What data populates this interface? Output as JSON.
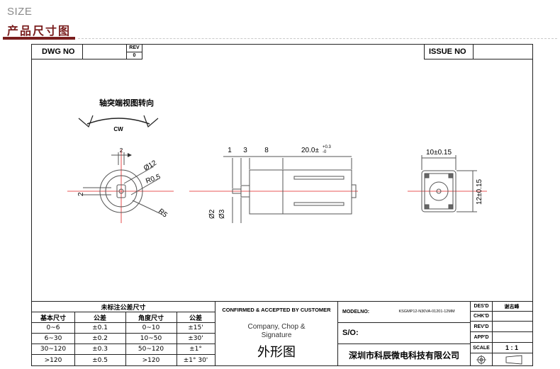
{
  "header": {
    "size_label": "SIZE",
    "section_title": "产品尺寸图"
  },
  "title_block_top": {
    "dwg_no_label": "DWG   NO",
    "rev_label": "REV",
    "rev_value": "0",
    "issue_no_label": "ISSUE   NO"
  },
  "drawing": {
    "rotation_caption": "轴突端视图转向",
    "rotation_direction": "CW",
    "front_view": {
      "dim_top": "2",
      "dim_diameter": "Ø12",
      "dim_radius_inner": "R0.5",
      "dim_radius_outer": "R5",
      "dim_left": "2"
    },
    "side_view": {
      "dim_a": "1",
      "dim_b": "3",
      "dim_c": "8",
      "dim_length": "20.0±",
      "dim_length_upper": "+0.3",
      "dim_length_lower": "-0",
      "dim_shaft_d2": "Ø2",
      "dim_shaft_d3": "Ø3"
    },
    "end_view": {
      "dim_width": "10±0.15",
      "dim_height": "12±0.15"
    }
  },
  "tolerance_table": {
    "title": "未标注公差尺寸",
    "headers": [
      "基本尺寸",
      "公差",
      "角度尺寸",
      "公差"
    ],
    "rows": [
      [
        "0~6",
        "±0.1",
        "0~10",
        "±15'"
      ],
      [
        "6~30",
        "±0.2",
        "10~50",
        "±30'"
      ],
      [
        "30~120",
        "±0.3",
        "50~120",
        "±1°"
      ],
      [
        ">120",
        "±0.5",
        ">120",
        "±1° 30'"
      ]
    ]
  },
  "confirm_block": {
    "label": "CONFIRMED & ACCEPTED BY CUSTOMER",
    "company_chop_line1": "Company, Chop &",
    "company_chop_line2": "Signature",
    "drawing_name": "外形图"
  },
  "model_block": {
    "model_label": "MODELNO:",
    "model_value": "KSGMP12-N30VA-01201-12MM",
    "so_label": "S/O:",
    "company_name": "深圳市科辰微电科技有限公司"
  },
  "sign_block": {
    "labels": [
      "DES'D",
      "CHK'D",
      "REV'D",
      "APP'D",
      "SCALE"
    ],
    "des_value": "谢志峰",
    "scale_value": "1 : 1"
  },
  "colors": {
    "title_maroon": "#7a1e1e",
    "centerline_red": "#e02020",
    "line": "#222222",
    "drawing_line": "#555555"
  }
}
